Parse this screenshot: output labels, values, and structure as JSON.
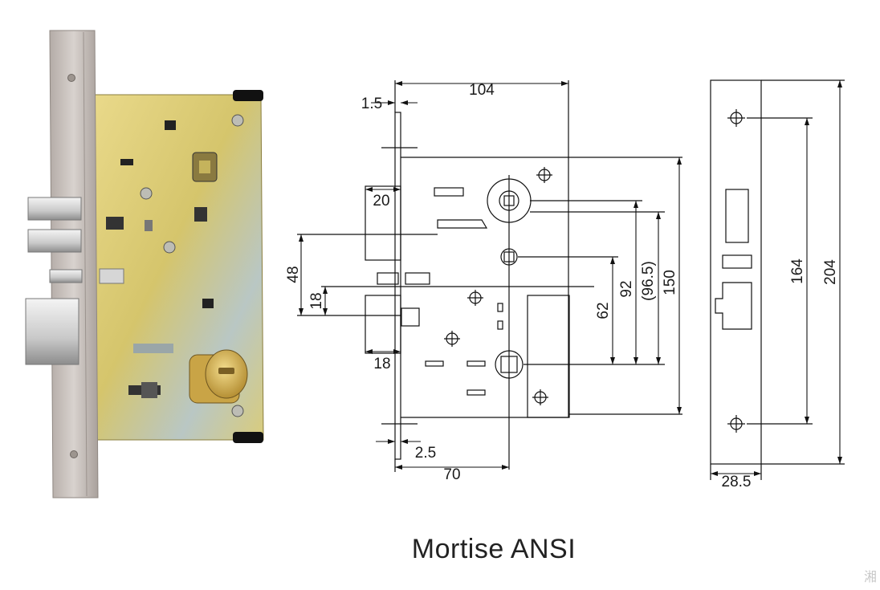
{
  "caption": "Mortise ANSI",
  "watermark": "湘",
  "dimensions": {
    "top_width": "104",
    "faceplate_thickness": "1.5",
    "latch_projection": "20",
    "dim_48": "48",
    "dim_18_left": "18",
    "dim_18_bottom": "18",
    "dim_62": "62",
    "dim_92": "92",
    "dim_96_5": "(96.5)",
    "dim_150": "150",
    "dim_2_5": "2.5",
    "backset": "70",
    "faceplate_width": "28.5",
    "screw_pitch": "164",
    "faceplate_height": "204"
  },
  "colors": {
    "line": "#111111",
    "brass_plate": "#d9c66a",
    "steel_faceplate": "#c9c2bd",
    "cylinder_brass": "#d8b65a"
  }
}
